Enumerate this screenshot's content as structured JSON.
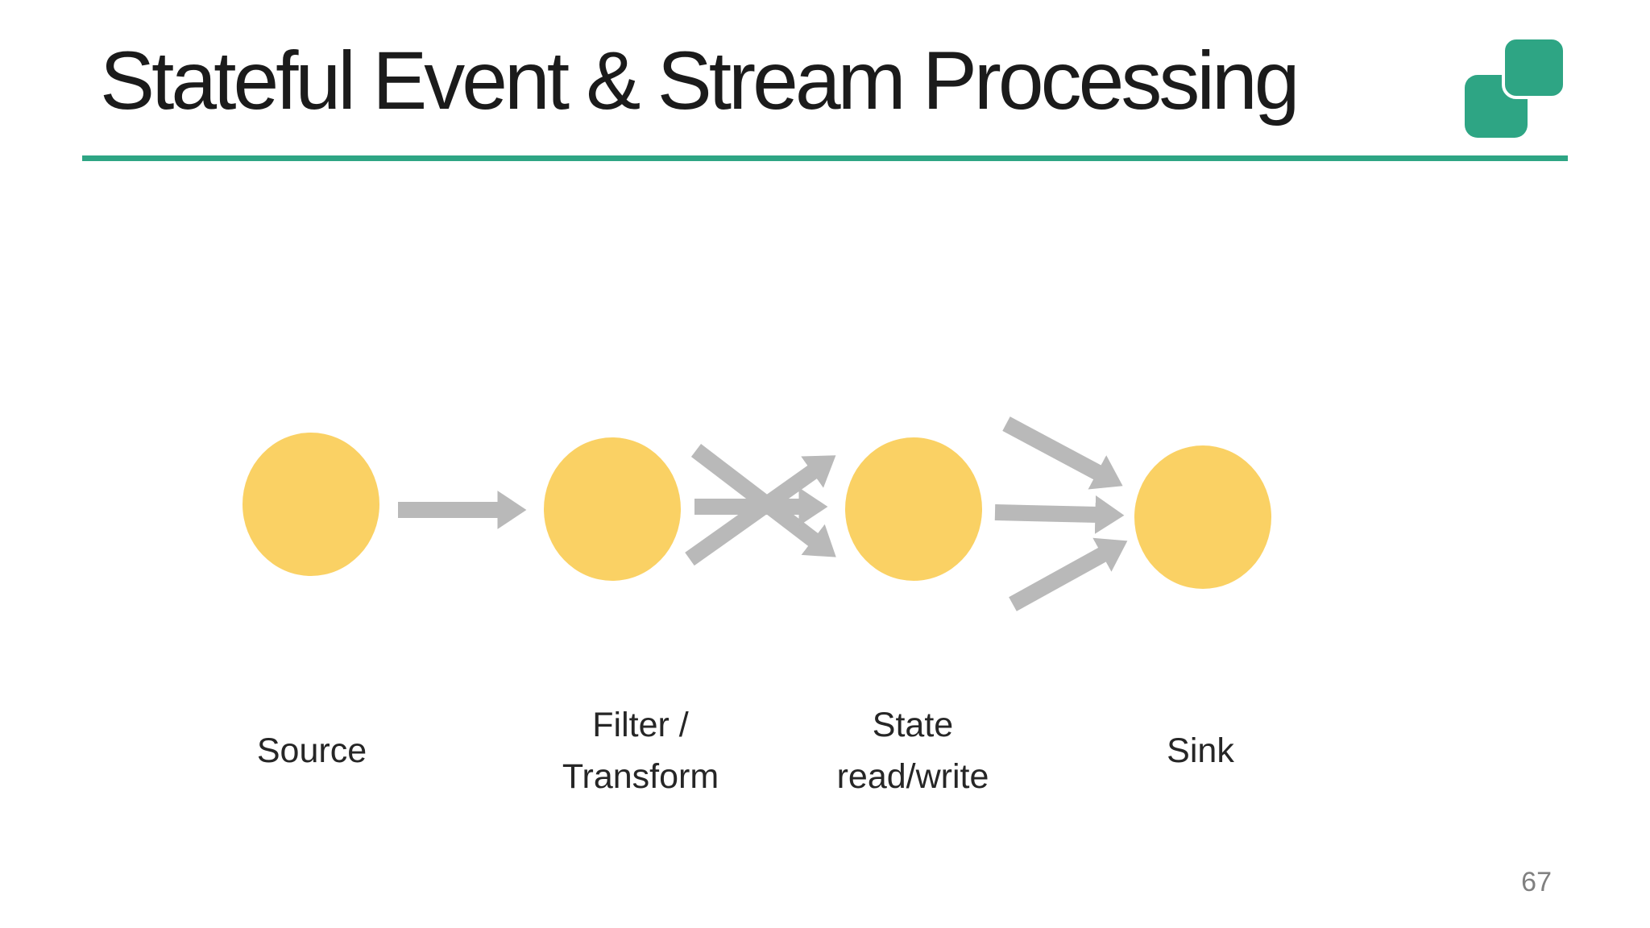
{
  "slide": {
    "title": "Stateful Event & Stream Processing",
    "page_number": "67",
    "logo_icon": "overlapping-rounded-squares-icon"
  },
  "diagram": {
    "nodes": [
      {
        "line1": "Source",
        "line2": ""
      },
      {
        "line1": "Filter /",
        "line2": "Transform"
      },
      {
        "line1": "State",
        "line2": "read/write"
      },
      {
        "line1": "Sink",
        "line2": ""
      }
    ],
    "arrow_icons": [
      "arrow-right-icon",
      "arrow-cross-up-right-icon",
      "arrow-cross-down-right-icon",
      "arrow-right-middle-icon",
      "arrow-fanin-top-icon",
      "arrow-fanin-middle-icon",
      "arrow-fanin-bottom-icon"
    ]
  },
  "colors": {
    "accent_teal": "#2EA584",
    "node_yellow": "#FAD164",
    "arrow_gray": "#B9B9B9",
    "title_text": "#1B1B1B",
    "label_text": "#262626",
    "page_number_gray": "#808080",
    "background": "#FFFFFF"
  }
}
